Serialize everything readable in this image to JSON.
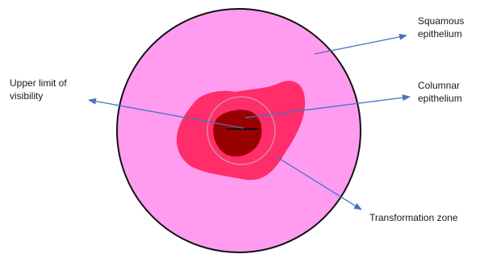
{
  "labels": {
    "upper_limit": "Upper limit of\nvisibility",
    "squamous": "Squamous\nepithelium",
    "columnar": "Columnar\nepithelium",
    "transformation_zone": "Transformation zone"
  },
  "colors": {
    "squamous_fill": "#ff9cf0",
    "outline": "#111111",
    "transformation_fill": "#ff2d6a",
    "columnar_fill": "#990000",
    "inner_ring": "#d98aa6",
    "pointer": "#4472c4",
    "os_line": "#111111"
  }
}
